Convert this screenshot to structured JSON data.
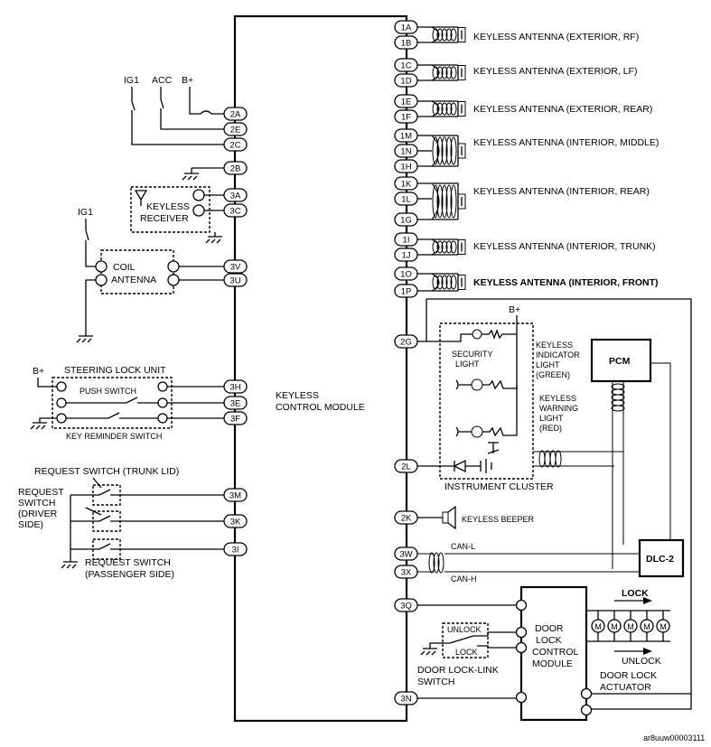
{
  "module": {
    "name_line1": "KEYLESS",
    "name_line2": "CONTROL MODULE"
  },
  "left_pins": [
    "2A",
    "2E",
    "2C",
    "2B",
    "3A",
    "3C",
    "3V",
    "3U",
    "3H",
    "3E",
    "3F",
    "3M",
    "3K",
    "3I"
  ],
  "right_pins": [
    "1A",
    "1B",
    "1C",
    "1D",
    "1E",
    "1F",
    "1M",
    "1N",
    "1H",
    "1K",
    "1L",
    "1G",
    "1I",
    "1J",
    "1O",
    "1P",
    "2G",
    "2L",
    "2K",
    "3W",
    "3X",
    "3Q",
    "3N"
  ],
  "antennas": [
    "KEYLESS ANTENNA (EXTERIOR, RF)",
    "KEYLESS ANTENNA (EXTERIOR, LF)",
    "KEYLESS ANTENNA (EXTERIOR, REAR)",
    "KEYLESS ANTENNA (INTERIOR, MIDDLE)",
    "KEYLESS ANTENNA (INTERIOR, REAR)",
    "KEYLESS ANTENNA (INTERIOR, TRUNK)",
    "KEYLESS ANTENNA (INTERIOR, FRONT)"
  ],
  "power": {
    "ig1": "IG1",
    "acc": "ACC",
    "bplus": "B+"
  },
  "receiver": {
    "line1": "KEYLESS",
    "line2": "RECEIVER"
  },
  "coil": {
    "line1": "COIL",
    "line2": "ANTENNA"
  },
  "steering": {
    "title": "STEERING LOCK UNIT",
    "push": "PUSH SWITCH",
    "key": "KEY REMINDER SWITCH"
  },
  "request": {
    "trunk": "REQUEST SWITCH (TRUNK LID)",
    "driver": [
      "REQUEST",
      "SWITCH",
      "(DRIVER",
      "SIDE)"
    ],
    "passenger": [
      "REQUEST SWITCH",
      "(PASSENGER SIDE)"
    ]
  },
  "cluster": {
    "title": "INSTRUMENT CLUSTER",
    "security": [
      "SECURITY",
      "LIGHT"
    ],
    "indicator": [
      "KEYLESS",
      "INDICATOR",
      "LIGHT",
      "(GREEN)"
    ],
    "warning": [
      "KEYLESS",
      "WARNING",
      "LIGHT",
      "(RED)"
    ]
  },
  "pcm": "PCM",
  "dlc": "DLC-2",
  "beeper": "KEYLESS BEEPER",
  "can": {
    "l": "CAN-L",
    "h": "CAN-H"
  },
  "door": {
    "lock_arrow": "LOCK",
    "unlock_arrow": "UNLOCK",
    "module": [
      "DOOR",
      "LOCK",
      "CONTROL",
      "MODULE"
    ],
    "actuator": [
      "DOOR LOCK",
      "ACTUATOR"
    ],
    "link_switch": [
      "DOOR LOCK-LINK",
      "SWITCH"
    ],
    "sw_unlock": "UNLOCK",
    "sw_lock": "LOCK",
    "motor": "M"
  },
  "figure_code": "ar8uuw00003111"
}
